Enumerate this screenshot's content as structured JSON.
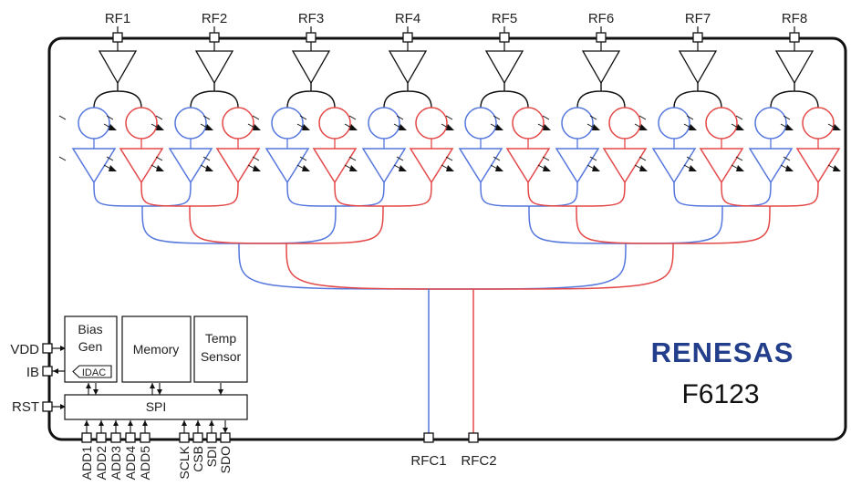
{
  "top_pins": [
    "RF1",
    "RF2",
    "RF3",
    "RF4",
    "RF5",
    "RF6",
    "RF7",
    "RF8"
  ],
  "left_pins": {
    "vdd": "VDD",
    "ib": "IB",
    "rst": "RST"
  },
  "blocks": {
    "bias_line1": "Bias",
    "bias_line2": "Gen",
    "idac": "IDAC",
    "memory": "Memory",
    "temp_line1": "Temp",
    "temp_line2": "Sensor",
    "spi": "SPI"
  },
  "bottom_pins": [
    "ADD1",
    "ADD2",
    "ADD3",
    "ADD4",
    "ADD5",
    "SCLK",
    "CSB",
    "SDI",
    "SDO"
  ],
  "common_ports": [
    "RFC1",
    "RFC2"
  ],
  "brand": {
    "company": "RENESAS",
    "part_number": "F6123",
    "company_color": "#233f8c"
  },
  "colors": {
    "path1": "#5577dd",
    "path2": "#e34848",
    "outline": "#111111"
  }
}
